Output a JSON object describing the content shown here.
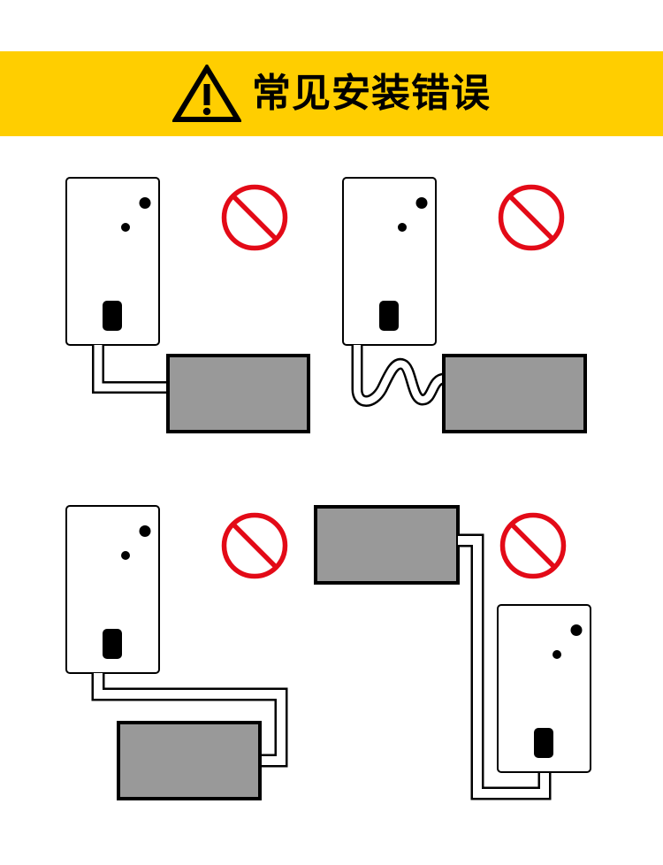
{
  "header": {
    "title": "常见安装错误",
    "icon": "warning-triangle-icon",
    "background_color": "#FFCE00"
  },
  "colors": {
    "prohibit": "#E30A17",
    "outline": "#000000",
    "device_fill": "#FFFFFF",
    "box_fill": "#999999"
  },
  "panels": [
    {
      "id": "panel-1",
      "error": "pipe-bent-at-right-angles",
      "icon": "prohibited-icon"
    },
    {
      "id": "panel-2",
      "error": "pipe-coiled",
      "icon": "prohibited-icon"
    },
    {
      "id": "panel-3",
      "error": "pipe-routed-back",
      "icon": "prohibited-icon"
    },
    {
      "id": "panel-4",
      "error": "box-above-device",
      "icon": "prohibited-icon"
    }
  ]
}
